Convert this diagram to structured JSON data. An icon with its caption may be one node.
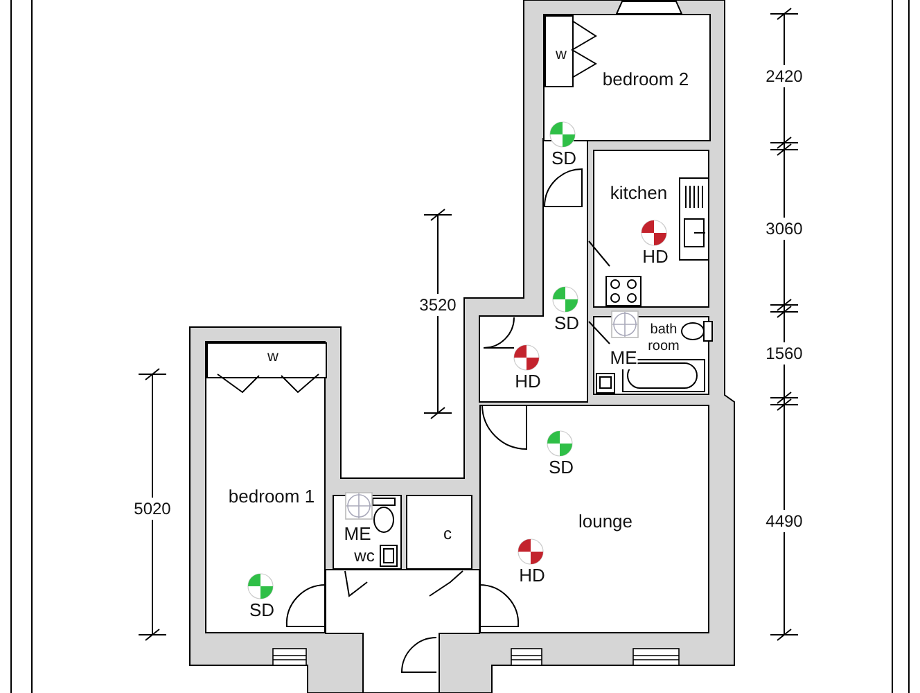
{
  "diagram": {
    "nodes": [
      {
        "text": [
          "bedroom 2"
        ]
      },
      {
        "text": [
          "w"
        ],
        "in": 0
      },
      {
        "text": [
          "kitchen"
        ]
      },
      {
        "text": [
          "bath room"
        ]
      },
      {
        "text": [
          "bedroom 1"
        ]
      },
      {
        "text": [
          "w"
        ],
        "in": 4
      },
      {
        "text": [
          "wc"
        ]
      },
      {
        "text": [
          "c"
        ]
      },
      {
        "text": [
          "lounge"
        ]
      }
    ],
    "labels": [
      "2420",
      "SD",
      "HD",
      "3060",
      "3520",
      "SD",
      "ME",
      "1560",
      "HD",
      "SD",
      "5020",
      "ME",
      "HD",
      "4490",
      "SD"
    ]
  }
}
